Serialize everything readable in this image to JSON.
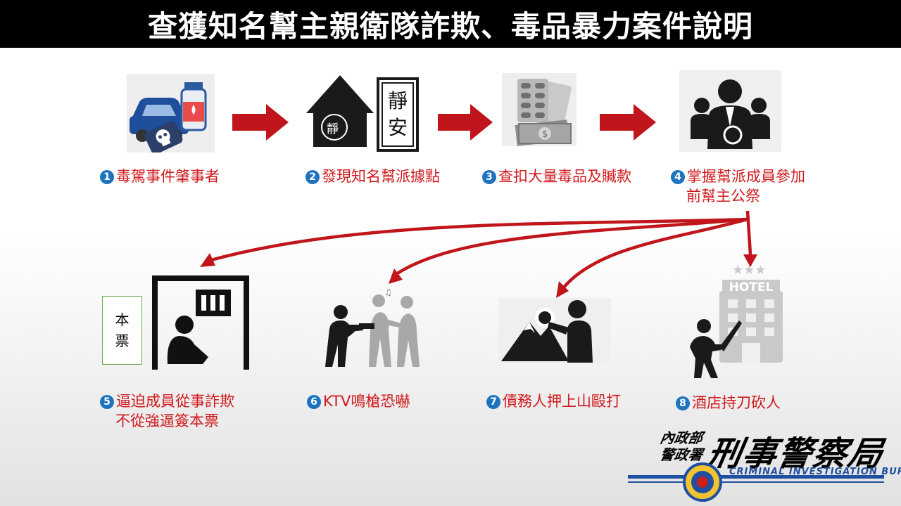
{
  "title": "查獲知名幫主親衛隊詐欺、毒品暴力案件說明",
  "colors": {
    "accent_red": "#d0191d",
    "number_blue": "#1e73be",
    "title_bg": "#000000"
  },
  "steps": [
    {
      "num": "1",
      "line1": "毒駕事件肇事者",
      "line2": ""
    },
    {
      "num": "2",
      "line1": "發現知名幫派據點",
      "line2": ""
    },
    {
      "num": "3",
      "line1": "查扣大量毒品及贓款",
      "line2": ""
    },
    {
      "num": "4",
      "line1": "掌握幫派成員參加",
      "line2": "前幫主公祭"
    },
    {
      "num": "5",
      "line1": "逼迫成員從事詐欺",
      "line2": "不從強逼簽本票"
    },
    {
      "num": "6",
      "line1": "KTV鳴槍恐嚇",
      "line2": ""
    },
    {
      "num": "7",
      "line1": "債務人押上山毆打",
      "line2": ""
    },
    {
      "num": "8",
      "line1": "酒店持刀砍人",
      "line2": ""
    }
  ],
  "icons": {
    "sign": {
      "chars": [
        "靜",
        "安"
      ],
      "emblem": "靜"
    },
    "ticket": [
      "本",
      "票"
    ],
    "hotel": "HOTEL"
  },
  "logo": {
    "dept_line1": "內政部",
    "dept_line2": "警政署",
    "main": "刑事警察局",
    "english": "CRIMINAL INVESTIGATION BUREAU"
  }
}
